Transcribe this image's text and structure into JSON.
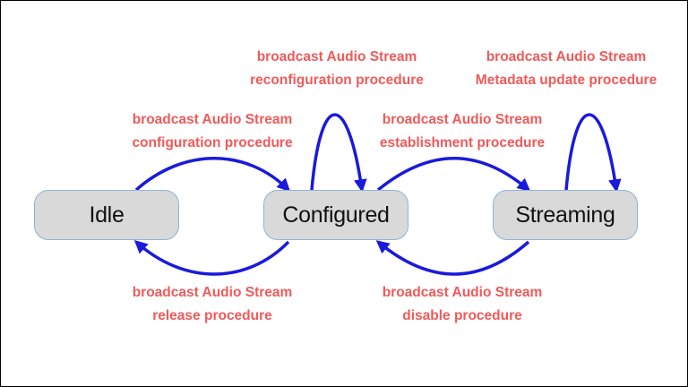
{
  "colors": {
    "arrow": "#1a1adb",
    "label": "#f05a5a",
    "state_fill": "#d9d9d9",
    "state_border": "#8fb4d6"
  },
  "states": {
    "idle": "Idle",
    "configured": "Configured",
    "streaming": "Streaming"
  },
  "transitions": {
    "configure": {
      "line1": "broadcast Audio Stream",
      "line2": "configuration procedure"
    },
    "reconfigure": {
      "line1": "broadcast Audio Stream",
      "line2": "reconfiguration procedure"
    },
    "establish": {
      "line1": "broadcast Audio Stream",
      "line2": "establishment procedure"
    },
    "metadata_update": {
      "line1": "broadcast Audio Stream",
      "line2": "Metadata update procedure"
    },
    "release": {
      "line1": "broadcast Audio Stream",
      "line2": "release procedure"
    },
    "disable": {
      "line1": "broadcast Audio Stream",
      "line2": "disable procedure"
    }
  }
}
